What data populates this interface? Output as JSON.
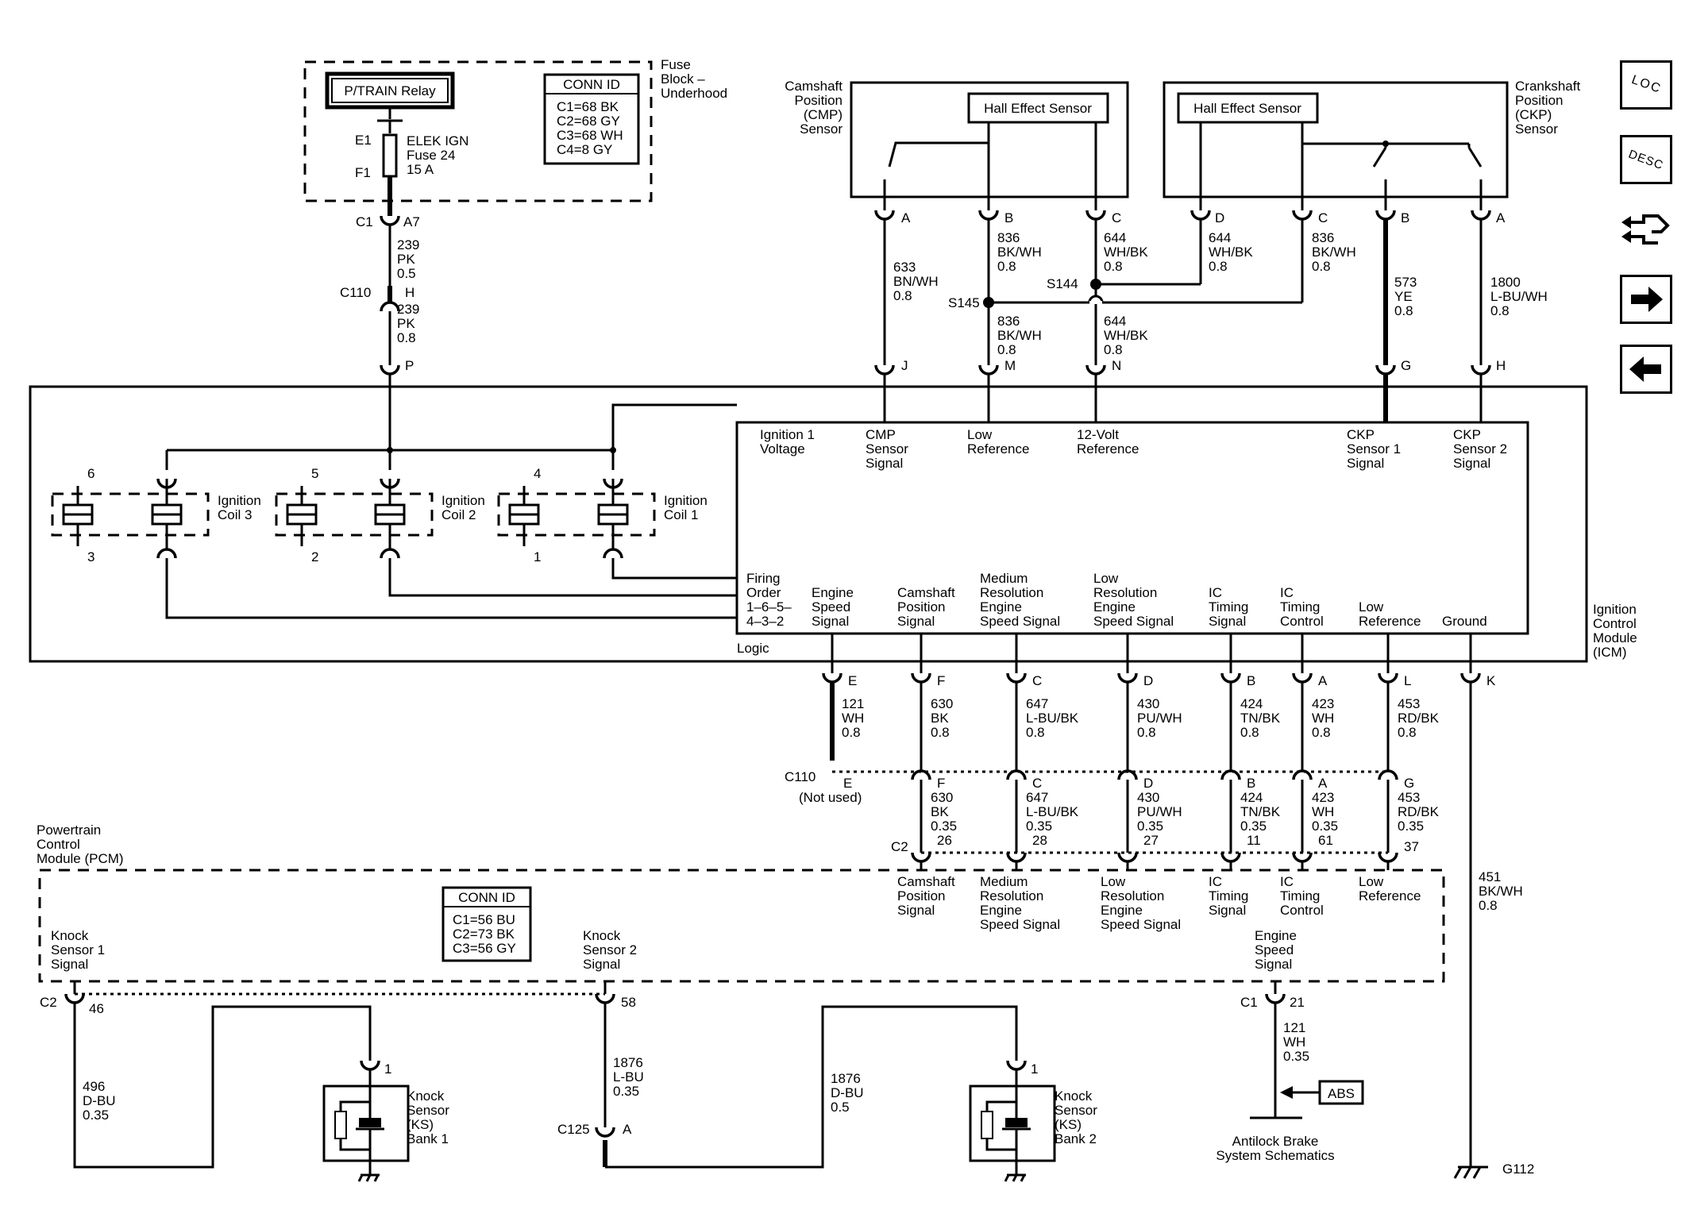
{
  "fuse_block": {
    "title": [
      "Fuse",
      "Block –",
      "Underhood"
    ],
    "relay": "P/TRAIN Relay",
    "conn_title": "CONN ID",
    "conn_items": [
      "C1=68 BK",
      "C2=68 GY",
      "C3=68 WH",
      "C4=8 GY"
    ],
    "e1": "E1",
    "f1": "F1",
    "fuse": [
      "ELEK IGN",
      "Fuse 24",
      "15 A"
    ],
    "c1": "C1",
    "a7": "A7"
  },
  "top_wires": {
    "w239a": [
      "239",
      "PK",
      "0.5"
    ],
    "c110": "C110",
    "h": "H",
    "w239b": [
      "239",
      "PK",
      "0.8"
    ],
    "p": "P"
  },
  "cmp_sensor": {
    "label": [
      "Camshaft",
      "Position",
      "(CMP)",
      "Sensor"
    ],
    "hall": "Hall Effect Sensor",
    "pins": [
      "A",
      "B",
      "C"
    ]
  },
  "ckp_sensor": {
    "label": [
      "Crankshaft",
      "Position",
      "(CKP)",
      "Sensor"
    ],
    "hall": "Hall Effect Sensor",
    "pins": [
      "D",
      "C",
      "B",
      "A"
    ]
  },
  "sensor_wires": {
    "w633": [
      "633",
      "BN/WH",
      "0.8"
    ],
    "w836a": [
      "836",
      "BK/WH",
      "0.8"
    ],
    "w644a": [
      "644",
      "WH/BK",
      "0.8"
    ],
    "w644b": [
      "644",
      "WH/BK",
      "0.8"
    ],
    "w836b": [
      "836",
      "BK/WH",
      "0.8"
    ],
    "w573": [
      "573",
      "YE",
      "0.8"
    ],
    "w1800": [
      "1800",
      "L-BU/WH",
      "0.8"
    ],
    "s145": "S145",
    "s144": "S144",
    "w836c": [
      "836",
      "BK/WH",
      "0.8"
    ],
    "w644c": [
      "644",
      "WH/BK",
      "0.8"
    ]
  },
  "icm": {
    "label": [
      "Ignition",
      "Control",
      "Module",
      "(ICM)"
    ],
    "logic": "Logic",
    "top_pins": [
      "J",
      "M",
      "N",
      "G",
      "H"
    ],
    "top_signals": [
      [
        "Ignition 1",
        "Voltage"
      ],
      [
        "CMP",
        "Sensor",
        "Signal"
      ],
      [
        "Low",
        "Reference"
      ],
      [
        "12-Volt",
        "Reference"
      ],
      [
        "CKP",
        "Sensor 1",
        "Signal"
      ],
      [
        "CKP",
        "Sensor 2",
        "Signal"
      ]
    ],
    "coils": [
      [
        "Ignition",
        "Coil 3"
      ],
      [
        "Ignition",
        "Coil 2"
      ],
      [
        "Ignition",
        "Coil 1"
      ]
    ],
    "cyl_numbers": [
      "6",
      "3",
      "5",
      "2",
      "4",
      "1"
    ],
    "firing_order": [
      "Firing",
      "Order",
      "1–6–5–",
      "4–3–2"
    ],
    "bottom_signals": [
      [
        "Engine",
        "Speed",
        "Signal"
      ],
      [
        "Camshaft",
        "Position",
        "Signal"
      ],
      [
        "Medium",
        "Resolution",
        "Engine",
        "Speed Signal"
      ],
      [
        "Low",
        "Resolution",
        "Engine",
        "Speed Signal"
      ],
      [
        "IC",
        "Timing",
        "Signal"
      ],
      [
        "IC",
        "Timing",
        "Control"
      ],
      [
        "Low",
        "Reference"
      ],
      [
        "Ground"
      ]
    ],
    "bottom_pins": [
      "E",
      "F",
      "C",
      "D",
      "B",
      "A",
      "L",
      "K"
    ]
  },
  "mid_wires": {
    "upper": [
      [
        "121",
        "WH",
        "0.8"
      ],
      [
        "630",
        "BK",
        "0.8"
      ],
      [
        "647",
        "L-BU/BK",
        "0.8"
      ],
      [
        "430",
        "PU/WH",
        "0.8"
      ],
      [
        "424",
        "TN/BK",
        "0.8"
      ],
      [
        "423",
        "WH",
        "0.8"
      ],
      [
        "453",
        "RD/BK",
        "0.8"
      ]
    ],
    "c110": "C110",
    "c110_pins": [
      "E",
      "F",
      "C",
      "D",
      "B",
      "A",
      "G"
    ],
    "not_used": "(Not used)",
    "lower": [
      [
        "630",
        "BK",
        "0.35"
      ],
      [
        "647",
        "L-BU/BK",
        "0.35"
      ],
      [
        "430",
        "PU/WH",
        "0.35"
      ],
      [
        "424",
        "TN/BK",
        "0.35"
      ],
      [
        "423",
        "WH",
        "0.35"
      ],
      [
        "453",
        "RD/BK",
        "0.35"
      ]
    ],
    "c2": "C2",
    "c2_pins": [
      "26",
      "28",
      "27",
      "11",
      "61",
      "37"
    ],
    "ground_wire": [
      "451",
      "BK/WH",
      "0.8"
    ]
  },
  "pcm": {
    "label": [
      "Powertrain",
      "Control",
      "Module (PCM)"
    ],
    "conn_title": "CONN ID",
    "conn_items": [
      "C1=56 BU",
      "C2=73 BK",
      "C3=56 GY"
    ],
    "signals": [
      [
        "Camshaft",
        "Position",
        "Signal"
      ],
      [
        "Medium",
        "Resolution",
        "Engine",
        "Speed Signal"
      ],
      [
        "Low",
        "Resolution",
        "Engine",
        "Speed Signal"
      ],
      [
        "IC",
        "Timing",
        "Signal"
      ],
      [
        "IC",
        "Timing",
        "Control"
      ],
      [
        "Low",
        "Reference"
      ]
    ],
    "ks1": [
      "Knock",
      "Sensor 1",
      "Signal"
    ],
    "ks2": [
      "Knock",
      "Sensor 2",
      "Signal"
    ],
    "ess": [
      "Engine",
      "Speed",
      "Signal"
    ],
    "c2": "C2",
    "p46": "46",
    "p58": "58",
    "c1": "C1",
    "p21": "21"
  },
  "bottom": {
    "w496": [
      "496",
      "D-BU",
      "0.35"
    ],
    "w1876a": [
      "1876",
      "L-BU",
      "0.35"
    ],
    "w1876b": [
      "1876",
      "D-BU",
      "0.5"
    ],
    "c125": "C125",
    "a": "A",
    "ks_bank1": [
      "Knock",
      "Sensor",
      "(KS)",
      "Bank 1"
    ],
    "ks_bank2": [
      "Knock",
      "Sensor",
      "(KS)",
      "Bank 2"
    ],
    "pin1": "1",
    "w121": [
      "121",
      "WH",
      "0.35"
    ],
    "abs": "ABS",
    "abs_text": [
      "Antilock Brake",
      "System Schematics"
    ],
    "g112": "G112"
  },
  "nav": {
    "loc": "LOC",
    "desc": "DESC"
  }
}
